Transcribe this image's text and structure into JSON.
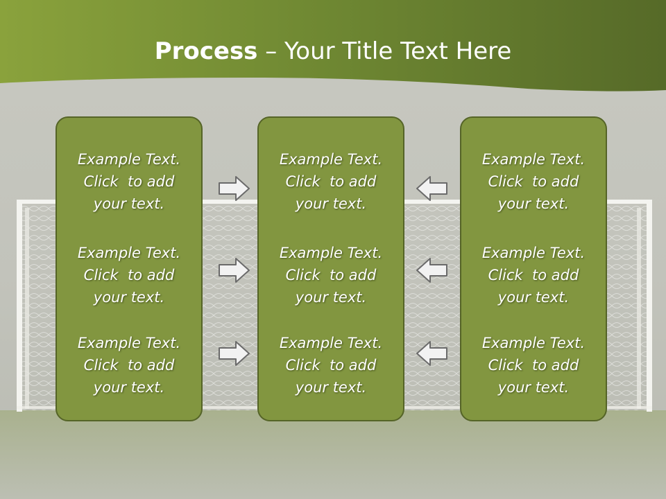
{
  "title": {
    "strong": "Process",
    "light": " – Your Title Text Here"
  },
  "colors": {
    "header_dark": "#566a28",
    "header_light": "#8aa23c",
    "column_fill": "#829640",
    "column_border": "#556427",
    "background": "#c4c5bd",
    "arrow_fill": "#f2f2f2",
    "arrow_stroke": "#6a6a6a"
  },
  "columns": [
    {
      "items": [
        {
          "line1": "Example Text.",
          "line2": "Click  to add",
          "line3": "your text."
        },
        {
          "line1": "Example Text.",
          "line2": "Click  to add",
          "line3": "your text."
        },
        {
          "line1": "Example Text.",
          "line2": "Click  to add",
          "line3": "your text."
        }
      ]
    },
    {
      "items": [
        {
          "line1": "Example Text.",
          "line2": "Click  to add",
          "line3": "your text."
        },
        {
          "line1": "Example Text.",
          "line2": "Click  to add",
          "line3": "your text."
        },
        {
          "line1": "Example Text.",
          "line2": "Click  to add",
          "line3": "your text."
        }
      ]
    },
    {
      "items": [
        {
          "line1": "Example Text.",
          "line2": "Click  to add",
          "line3": "your text."
        },
        {
          "line1": "Example Text.",
          "line2": "Click  to add",
          "line3": "your text."
        },
        {
          "line1": "Example Text.",
          "line2": "Click  to add",
          "line3": "your text."
        }
      ]
    }
  ],
  "icons": {
    "right_arrow": "arrow-right-icon",
    "left_arrow": "arrow-left-icon"
  }
}
